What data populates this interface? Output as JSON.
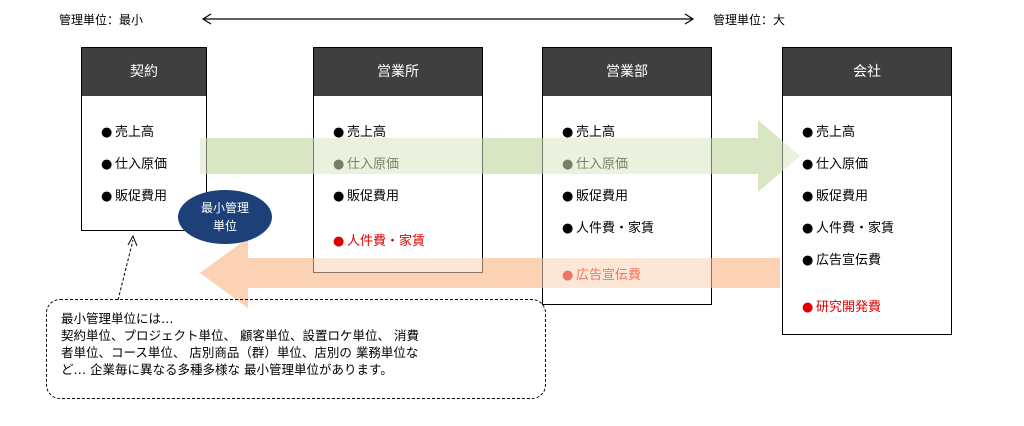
{
  "scale": {
    "left_label": "管理単位：最小",
    "right_label": "管理単位：大"
  },
  "columns": [
    {
      "title": "契約",
      "items": [
        {
          "text": "売上高",
          "red": false
        },
        {
          "text": "仕入原価",
          "red": false
        },
        {
          "text": "販促費用",
          "red": false
        }
      ]
    },
    {
      "title": "営業所",
      "items": [
        {
          "text": "売上高",
          "red": false
        },
        {
          "text": "仕入原価",
          "red": false
        },
        {
          "text": "販促費用",
          "red": false
        },
        {
          "text": "人件費・家賃",
          "red": true
        }
      ]
    },
    {
      "title": "営業部",
      "items": [
        {
          "text": "売上高",
          "red": false
        },
        {
          "text": "仕入原価",
          "red": false
        },
        {
          "text": "販促費用",
          "red": false
        },
        {
          "text": "人件費・家賃",
          "red": false
        },
        {
          "text": "広告宣伝費",
          "red": true
        }
      ]
    },
    {
      "title": "会社",
      "items": [
        {
          "text": "売上高",
          "red": false
        },
        {
          "text": "仕入原価",
          "red": false
        },
        {
          "text": "販促費用",
          "red": false
        },
        {
          "text": "人件費・家賃",
          "red": false
        },
        {
          "text": "広告宣伝費",
          "red": false
        },
        {
          "text": "研究開発費",
          "red": true
        }
      ]
    }
  ],
  "bullet": "●",
  "badge": {
    "line1": "最小管理",
    "line2": "単位"
  },
  "note": {
    "line1": "最小管理単位には…",
    "line2": "契約単位、プロジェクト単位、 顧客単位、設置ロケ単位、 消費",
    "line3": "者単位、コース単位、 店別商品（群）単位、店別の 業務単位な",
    "line4": "ど… 企業毎に異なる多種多様な 最小管理単位があります。"
  },
  "colors": {
    "header_bg": "#3f3f3f",
    "green_arrow": "#d9e6c4",
    "orange_arrow": "#fbd3b4",
    "badge_bg": "#1e4079",
    "red_text": "#e00000"
  }
}
